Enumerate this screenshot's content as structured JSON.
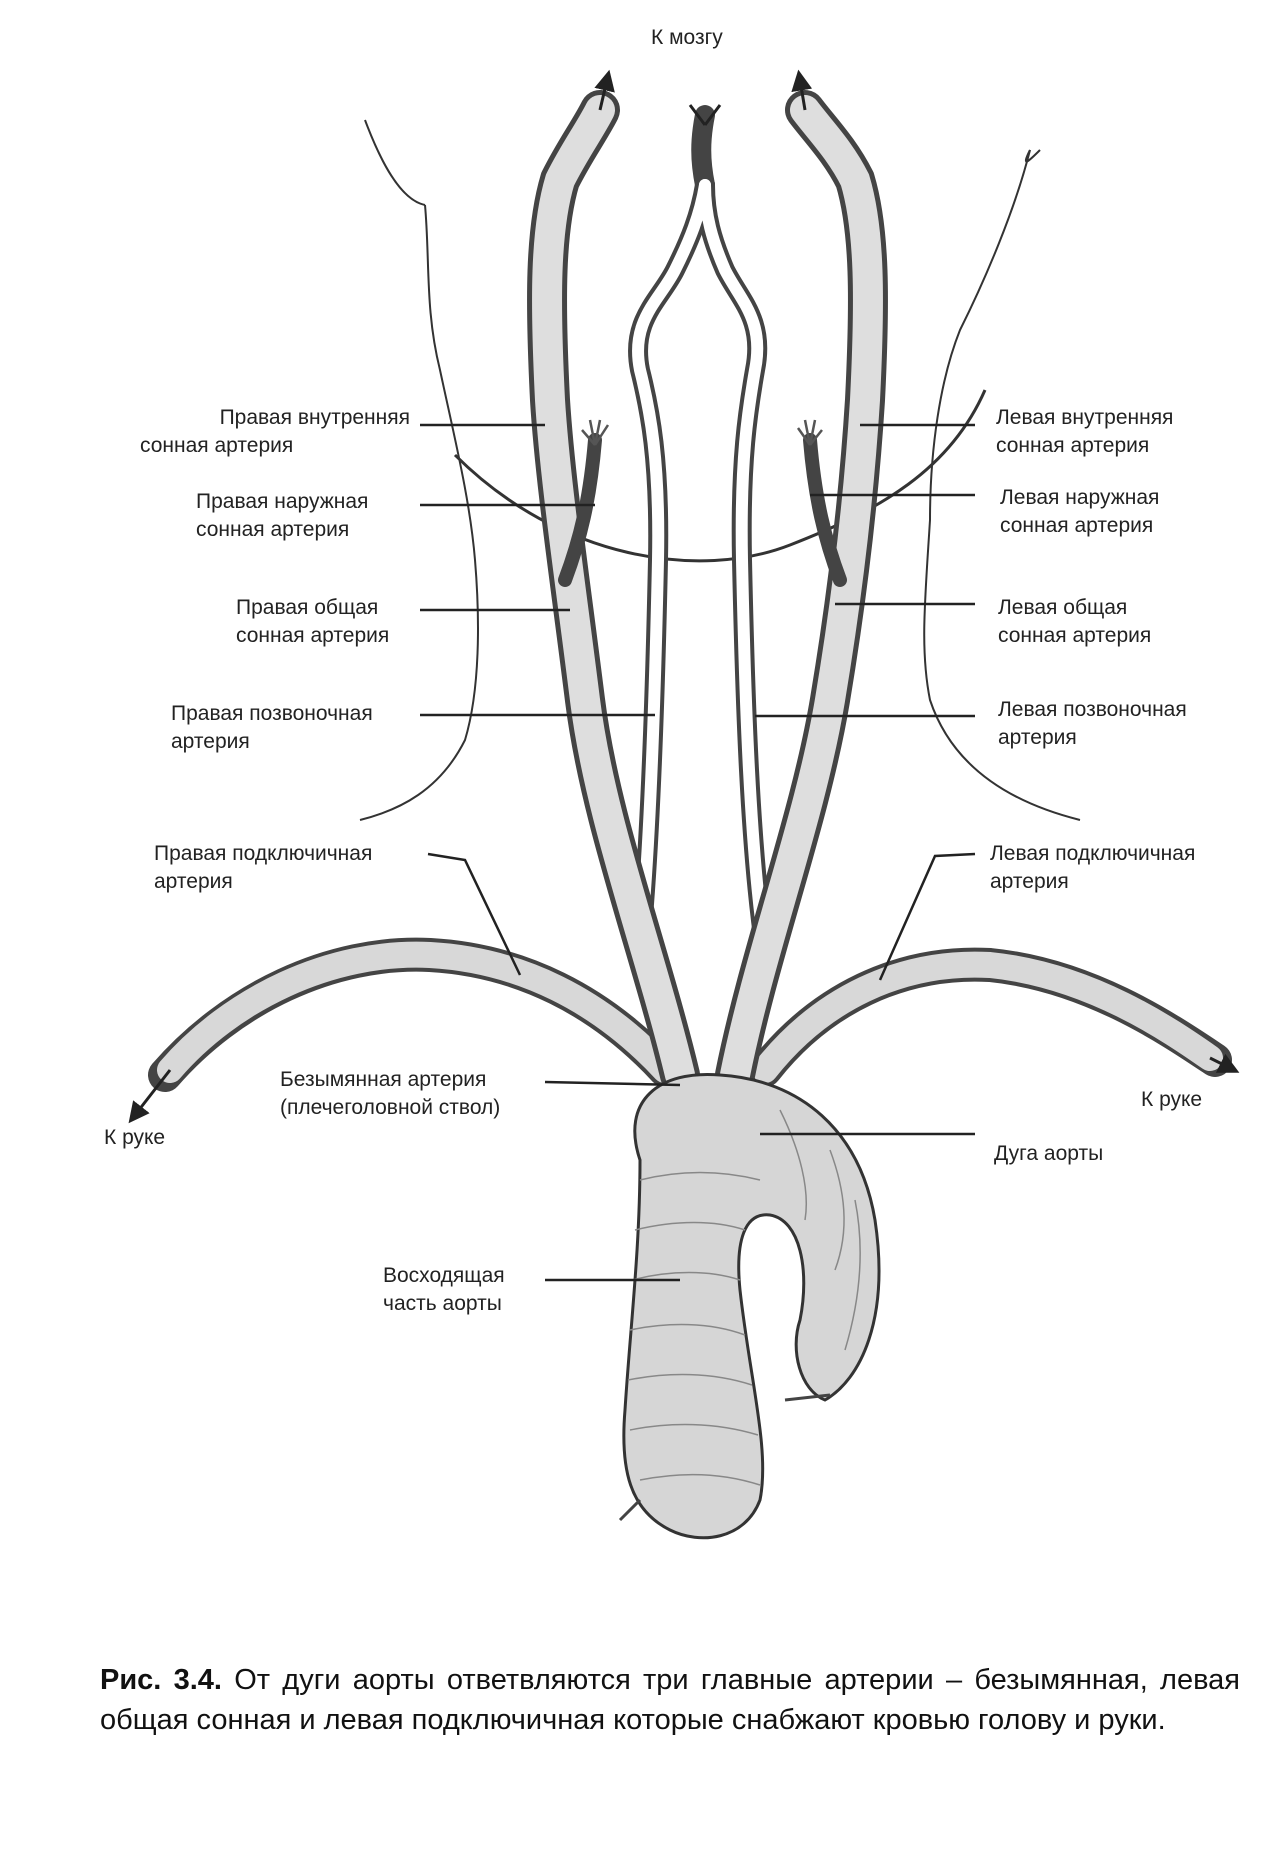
{
  "figure": {
    "top_label": "К мозгу",
    "labels": {
      "r_internal": [
        "Правая внутренняя",
        "сонная артерия"
      ],
      "r_external": [
        "Правая наружная",
        "сонная артерия"
      ],
      "r_common": [
        "Правая общая",
        "сонная артерия"
      ],
      "r_vertebral": [
        "Правая позвоночная",
        "артерия"
      ],
      "r_subclavian": [
        "Правая подключичная",
        "артерия"
      ],
      "innominate": [
        "Безымянная артерия",
        "(плечеголовной ствол)"
      ],
      "to_arm_left": "К руке",
      "ascending": [
        "Восходящая",
        "часть аорты"
      ],
      "l_internal": [
        "Левая внутренняя",
        "сонная артерия"
      ],
      "l_external": [
        "Левая наружная",
        "сонная артерия"
      ],
      "l_common": [
        "Левая общая",
        "сонная артерия"
      ],
      "l_vertebral": [
        "Левая позвоночная",
        "артерия"
      ],
      "l_subclavian": [
        "Левая подключичная",
        "артерия"
      ],
      "to_arm_right": "К руке",
      "aortic_arch": "Дуга аорты"
    }
  },
  "caption": {
    "figure_number": "Рис. 3.4.",
    "text": "От дуги аорты ответвляются три главные артерии – безымянная, левая общая сонная и левая подключичная которые снабжают кровью голову и руки."
  }
}
